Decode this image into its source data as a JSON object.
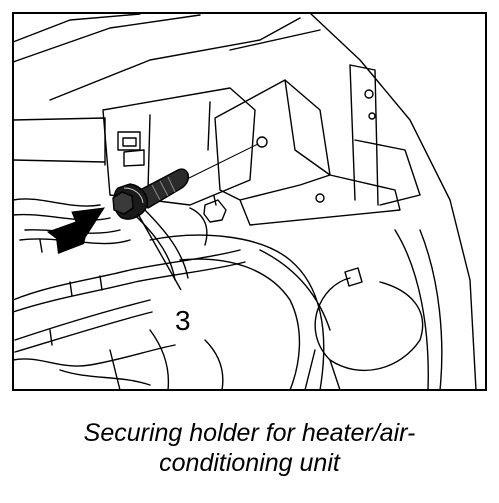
{
  "figure": {
    "callout_label": "3"
  },
  "caption": {
    "line1": "Securing holder for heater/air-",
    "line2": "conditioning unit"
  }
}
